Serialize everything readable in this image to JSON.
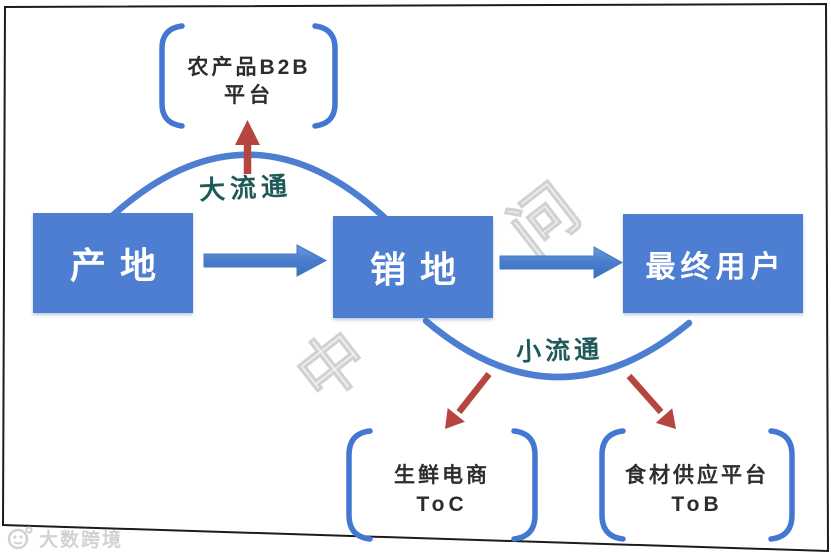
{
  "diagram": {
    "nodes": {
      "origin": {
        "label": "产地"
      },
      "sales": {
        "label": "销地"
      },
      "enduser": {
        "label": "最终用户"
      }
    },
    "flow_labels": {
      "big_circulation": "大流通",
      "small_circulation": "小流通"
    },
    "platforms": {
      "b2b": {
        "line1": "农产品B2B",
        "line2": "平台"
      },
      "toc": {
        "line1": "生鲜电商",
        "line2": "ToC"
      },
      "tob": {
        "line1": "食材供应平台",
        "line2": "ToB"
      }
    },
    "colors": {
      "node_fill": "#4d7ed2",
      "arc_stroke": "#4d7ed2",
      "bracket_stroke": "#4377d2",
      "red_arrow": "#b5453e",
      "flow_label_text": "#1d5a58",
      "box_text": "#ffffff"
    }
  },
  "watermark": {
    "diagonal_chars": [
      "中",
      "问"
    ],
    "logo_text": "大数跨境"
  }
}
